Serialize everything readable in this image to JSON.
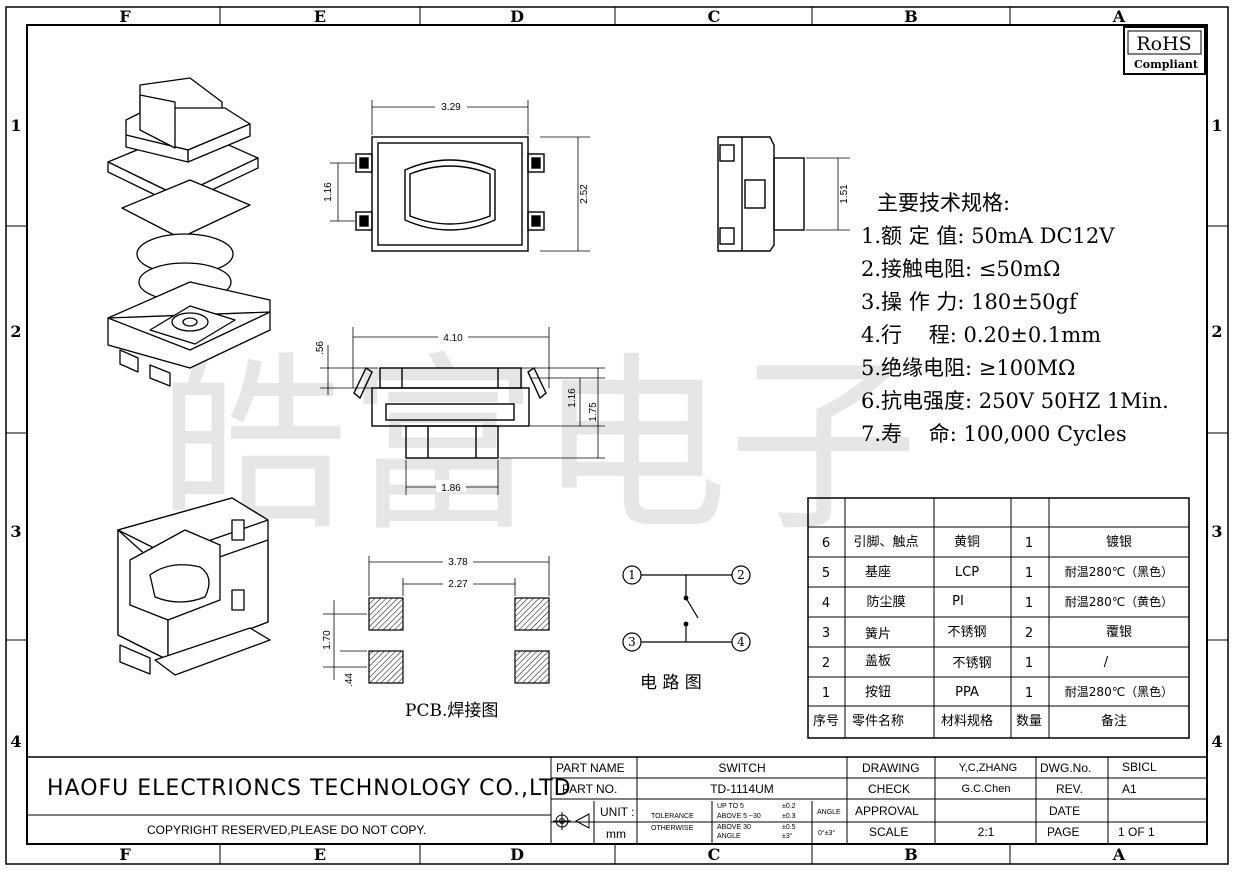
{
  "zones": {
    "columns": [
      "F",
      "E",
      "D",
      "C",
      "B",
      "A"
    ],
    "rows": [
      "1",
      "2",
      "3",
      "4"
    ]
  },
  "rohs": {
    "line1": "RoHS",
    "line2": "Compliant"
  },
  "watermark": "皓富电子",
  "dimensions": {
    "top_width": "3.29",
    "top_height": "2.52",
    "top_pin_pitch": "1.16",
    "side_height": "1.51",
    "front_width": "4.10",
    "front_top": ".56",
    "front_body": "1.16",
    "front_total": "1.75",
    "front_stem": "1.86",
    "pcb_outer": "3.78",
    "pcb_inner": "2.27",
    "pcb_pitch": "1.70",
    "pcb_pad": ".44"
  },
  "pcb_caption": "PCB.焊接图",
  "circuit": {
    "caption": "电 路 图",
    "pins": [
      "1",
      "2",
      "3",
      "4"
    ]
  },
  "specs": {
    "title": "主要技术规格:",
    "lines": [
      "1.额 定 值: 50mA DC12V",
      "2.接触电阻: ≤50mΩ",
      "3.操 作 力: 180±50gf",
      "4.行    程: 0.20±0.1mm",
      "5.绝缘电阻: ≥100MΩ",
      "6.抗电强度: 250V 50HZ 1Min.",
      "7.寿    命: 100,000 Cycles"
    ]
  },
  "bom": {
    "headers": [
      "序号",
      "零件名称",
      "材料规格",
      "数量",
      "备注"
    ],
    "rows": [
      [
        "6",
        "引脚、触点",
        "黄铜",
        "1",
        "镀银"
      ],
      [
        "5",
        "基座",
        "LCP",
        "1",
        "耐温280℃（黑色）"
      ],
      [
        "4",
        "防尘膜",
        "PI",
        "1",
        "耐温280℃（黄色）"
      ],
      [
        "3",
        "簧片",
        "不锈钢",
        "2",
        "覆银"
      ],
      [
        "2",
        "盖板",
        "不锈钢",
        "1",
        "/"
      ],
      [
        "1",
        "按钮",
        "PPA",
        "1",
        "耐温280℃（黑色）"
      ]
    ]
  },
  "title_block": {
    "company": "HAOFU ELECTRIONCS TECHNOLOGY CO.,LTD",
    "copyright": "COPYRIGHT RESERVED,PLEASE DO NOT COPY.",
    "part_name_label": "PART NAME",
    "part_name": "SWITCH",
    "part_no_label": "PART NO.",
    "part_no": "TD-1114UM",
    "unit_label": "UNIT :",
    "unit": "mm",
    "tolerance_label_1": "TOLERANCE",
    "tolerance_label_2": "OTHERWISE",
    "tol_1": "UP TO 5",
    "tol_1v": "±0.2",
    "tol_2": "ABOVE 5 ~30",
    "tol_2v": "±0.3",
    "tol_3": "ABOVE 30",
    "tol_3v": "±0.5",
    "tol_4": "ANGLE",
    "tol_4v": "±3°",
    "angle_label": "ANGLE",
    "angle_value": "0°±3°",
    "drawing_label": "DRAWING",
    "drawing": "Y,C,ZHANG",
    "check_label": "CHECK",
    "check": "G.C.Chen",
    "approval_label": "APPROVAL",
    "scale_label": "SCALE",
    "scale": "2:1",
    "dwg_label": "DWG.No.",
    "dwg": "SBICL",
    "rev_label": "REV.",
    "rev": "A1",
    "date_label": "DATE",
    "page_label": "PAGE",
    "page": "1 OF 1"
  }
}
